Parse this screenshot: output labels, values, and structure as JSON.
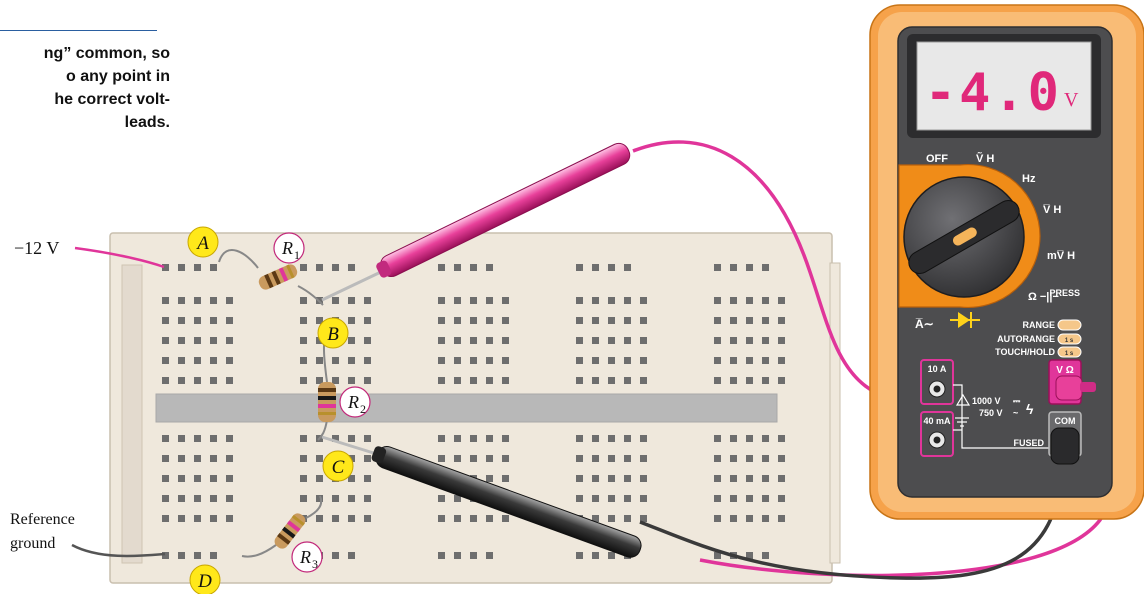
{
  "caption": {
    "lines": [
      "ng” common, so",
      "o any point in",
      "he correct volt-",
      "leads."
    ]
  },
  "labels": {
    "supply": "−12 V",
    "reference_line1": "Reference",
    "reference_line2": "ground",
    "point_a": "A",
    "point_b": "B",
    "point_c": "C",
    "point_d": "D",
    "r1_main": "R",
    "r1_sub": "1",
    "r2_main": "R",
    "r2_sub": "2",
    "r3_main": "R",
    "r3_sub": "3"
  },
  "meter": {
    "reading": "-4.0",
    "unit": "V",
    "dial": {
      "off": "OFF",
      "v_ac": "Ṽ H",
      "hz": "Hz",
      "v_dc": "V̅ H",
      "mv_dc": "mV̅ H",
      "ohm_cap": "Ω −||−",
      "amp_ac": "A̅∼"
    },
    "buttons": {
      "press": "PRESS",
      "range": "RANGE",
      "autorange": "AUTORANGE",
      "touch_hold": "TOUCH/HOLD",
      "hold_time": "1 s"
    },
    "jacks": {
      "amp10": "10 A",
      "ma40": "40 mA",
      "v_ohm": "V Ω",
      "com": "COM",
      "max_dc": "1000 V",
      "max_ac": "750 V",
      "fused": "FUSED"
    }
  },
  "colors": {
    "meter_body": "#f6a24a",
    "meter_face": "#4d4d4f",
    "lcd_bg": "#e8e8e8",
    "lcd_text": "#e0287a",
    "selector": "#f08c18",
    "red_lead": "#e0359a",
    "black_lead": "#303030",
    "breadboard": "#efe8dc",
    "point_bubble": "#ffe81a"
  }
}
